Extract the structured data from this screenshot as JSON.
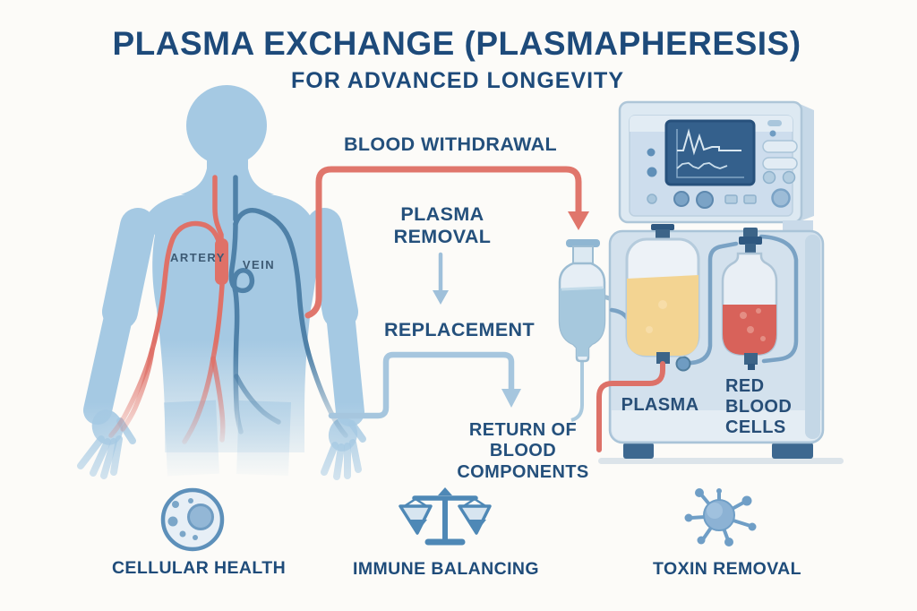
{
  "title": {
    "line1": "PLASMA EXCHANGE (PLASMAPHERESIS)",
    "line2": "FOR ADVANCED LONGEVITY"
  },
  "body_diagram": {
    "artery_label": "ARTERY",
    "vein_label": "VEIN"
  },
  "flow_labels": {
    "blood_withdrawal": "BLOOD WITHDRAWAL",
    "plasma_removal": "PLASMA\nREMOVAL",
    "replacement": "REPLACEMENT",
    "return_of_blood": "RETURN OF\nBLOOD\nCOMPONENTS"
  },
  "machine": {
    "plasma_bag_label": "PLASMA",
    "rbc_bag_label": "RED\nBLOOD\nCELLS"
  },
  "benefits": [
    {
      "icon": "cell-icon",
      "label": "CELLULAR HEALTH"
    },
    {
      "icon": "balance-scale-icon",
      "label": "IMMUNE BALANCING"
    },
    {
      "icon": "toxin-molecule-icon",
      "label": "TOXIN REMOVAL"
    }
  ],
  "colors": {
    "title_navy": "#1d4a7a",
    "label_navy": "#24507c",
    "body_blue": "#a5c9e3",
    "artery_red": "#df7168",
    "vein_blue": "#4f81a8",
    "withdrawal_tube_red": "#e0766c",
    "return_tube_blue": "#a6c6de",
    "plasma_yellow": "#f3d492",
    "rbc_red": "#d8625a",
    "separator_fluid_blue": "#a6c8dd",
    "machine_fill": "#d3e1ed",
    "screen_blue": "#34608c",
    "icon_blue": "#4e88b6"
  }
}
